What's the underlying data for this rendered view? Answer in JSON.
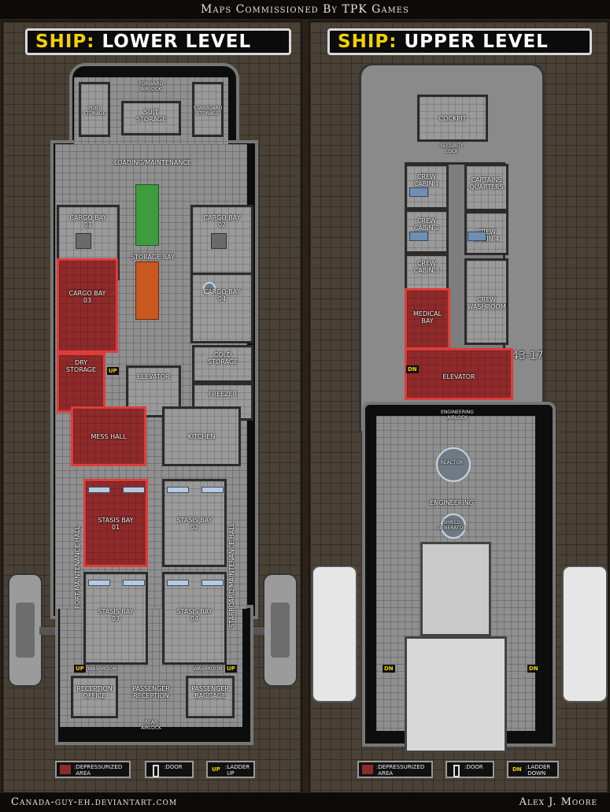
{
  "header": {
    "title": "Maps Commissioned By TPK Games"
  },
  "footer": {
    "left": "Canada-guy-eh.deviantart.com",
    "right": "Alex J. Moore"
  },
  "lower": {
    "title_a": "SHIP:",
    "title_b": "LOWER LEVEL",
    "rooms": {
      "forward_airlock": "FORWARD\nAIRLOCK",
      "port_storage": "PORT\nSTORAGE",
      "suit_storage": "SUIT\nSTORAGE",
      "starboard_storage": "STARBOARD\nSTORAGE",
      "loading": "LOADING/MAINTENANCE",
      "cargo1": "CARGO BAY\n01",
      "cargo2": "CARGO BAY\n02",
      "storage_bay": "STORAGE BAY",
      "cargo3": "CARGO BAY\n03",
      "cargo4": "CARGO BAY\n04",
      "dry": "DRY\nSTORAGE",
      "cold": "COLD\nSTORAGE",
      "elevator": "ELEVATOR",
      "freezer": "FREEZER",
      "mess": "MESS HALL",
      "kitchen": "KITCHEN",
      "stasis1": "STASIS BAY\n01",
      "stasis2": "STASIS BAY\n02",
      "stasis3": "STASIS BAY\n03",
      "stasis4": "STASIS BAY\n04",
      "port_hall": "PORT MAINTENANCE HALL",
      "starboard_hall": "STARBOARD MAINTENANCE HALL",
      "washroom_l": "WASHROOM",
      "washroom_r": "WASHROOM",
      "reception": "RECEPTION\nOFFICE",
      "passenger_reception": "PASSENGER\nRECEPTION",
      "passenger_baggage": "PASSENGER\nBAGGAGE",
      "rear_airlock": "REAR\nAIRLOCK"
    },
    "ladder_up": "UP",
    "legend": {
      "dep": ":DEPRESSURIZED\n AREA",
      "door": ":DOOR",
      "ladder": ":LADDER\n UP",
      "ladder_tag": "UP"
    }
  },
  "upper": {
    "title_a": "SHIP:",
    "title_b": "UPPER LEVEL",
    "rooms": {
      "cockpit": "COCKPIT",
      "security": "SECURITY\nLOCK",
      "crew1": "CREW\nCABIN 1",
      "captain": "CAPTAINS\nQUARTERS",
      "crew2": "CREW\nCABIN 2",
      "crew4": "CREW\nCABIN 4",
      "crew3": "CREW\nCABIN 3",
      "medical": "MEDICAL\nBAY",
      "washroom": "CREW\nWASHROOM",
      "elevator": "ELEVATOR",
      "eng_airlock": "ENGINEERING\nAIRLOCK",
      "reactor": "REACTOR",
      "engineering": "ENGINEERING",
      "shield": "SHIELD\nGENERATOR",
      "hull_code": "43-17"
    },
    "ladder_dn": "DN",
    "legend": {
      "dep": ":DEPRESSURIZED\n AREA",
      "door": ":DOOR",
      "ladder": ":LADDER\n DOWN",
      "ladder_tag": "DN"
    }
  },
  "colors": {
    "depressurized": "#8f2a2a",
    "title_accent": "#f1d100"
  }
}
